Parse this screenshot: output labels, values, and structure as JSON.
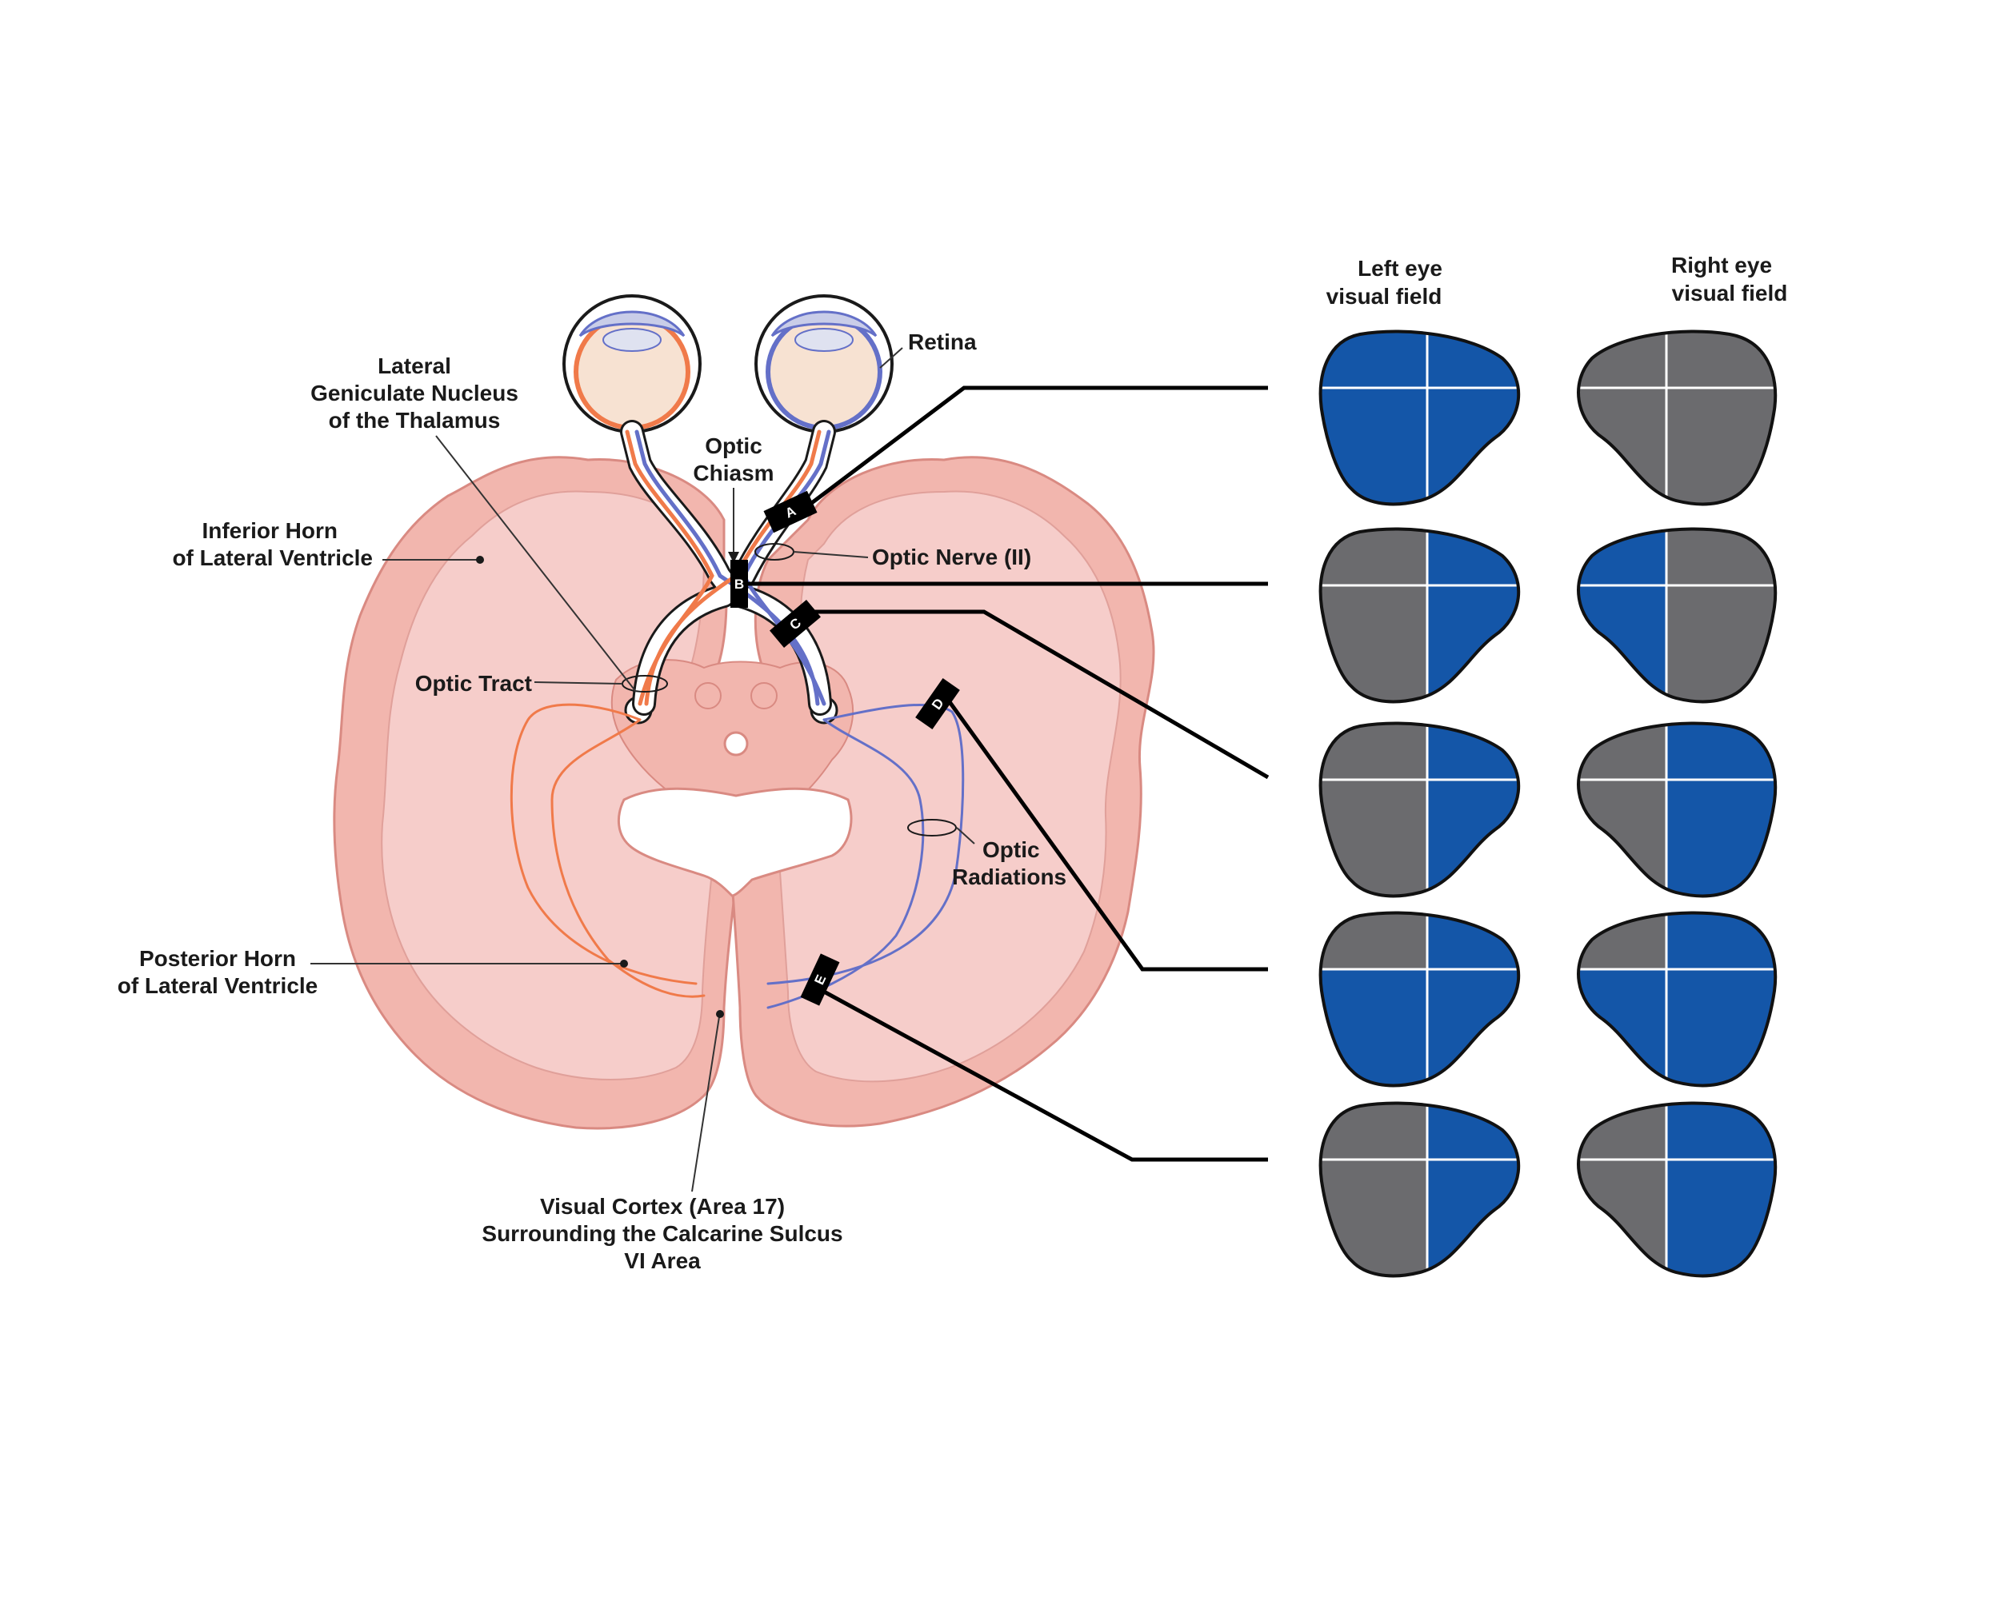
{
  "labels": {
    "lgn": [
      "Lateral",
      "Geniculate Nucleus",
      "of the Thalamus"
    ],
    "retina": "Retina",
    "optic_chiasm": [
      "Optic",
      "Chiasm"
    ],
    "inferior_horn": [
      "Inferior Horn",
      "of Lateral Ventricle"
    ],
    "optic_nerve": "Optic Nerve (II)",
    "optic_tract": "Optic Tract",
    "optic_radiations": [
      "Optic",
      "Radiations"
    ],
    "posterior_horn": [
      "Posterior Horn",
      "of Lateral Ventricle"
    ],
    "visual_cortex": [
      "Visual Cortex (Area 17)",
      "Surrounding the Calcarine Sulcus",
      "VI Area"
    ]
  },
  "headers": {
    "left_eye": [
      "Left eye",
      "visual field"
    ],
    "right_eye": [
      "Right eye",
      "visual field"
    ]
  },
  "lesions": [
    "A",
    "B",
    "C",
    "D",
    "E"
  ],
  "colors": {
    "defect": "#6b6b6e",
    "intact": "#1456a8",
    "left_tract": "#f07a4a",
    "right_tract": "#6470c8",
    "brain_outer": "#f2b6ae",
    "brain_inner": "#f6cdca",
    "brain_stroke": "#d98a82"
  },
  "visual_fields": [
    {
      "lesion": "A",
      "left_eye": {
        "TL": 1,
        "TR": 1,
        "BL": 1,
        "BR": 1
      },
      "right_eye": {
        "TL": 0,
        "TR": 0,
        "BL": 0,
        "BR": 0
      }
    },
    {
      "lesion": "B",
      "left_eye": {
        "TL": 0,
        "TR": 1,
        "BL": 0,
        "BR": 1
      },
      "right_eye": {
        "TL": 1,
        "TR": 0,
        "BL": 1,
        "BR": 0
      }
    },
    {
      "lesion": "C",
      "left_eye": {
        "TL": 0,
        "TR": 1,
        "BL": 0,
        "BR": 1
      },
      "right_eye": {
        "TL": 0,
        "TR": 1,
        "BL": 0,
        "BR": 1
      }
    },
    {
      "lesion": "D",
      "left_eye": {
        "TL": 0,
        "TR": 1,
        "BL": 1,
        "BR": 1
      },
      "right_eye": {
        "TL": 0,
        "TR": 1,
        "BL": 1,
        "BR": 1
      }
    },
    {
      "lesion": "E",
      "left_eye": {
        "TL": 0,
        "TR": 1,
        "BL": 0,
        "BR": 1
      },
      "right_eye": {
        "TL": 0,
        "TR": 1,
        "BL": 0,
        "BR": 1
      }
    }
  ]
}
